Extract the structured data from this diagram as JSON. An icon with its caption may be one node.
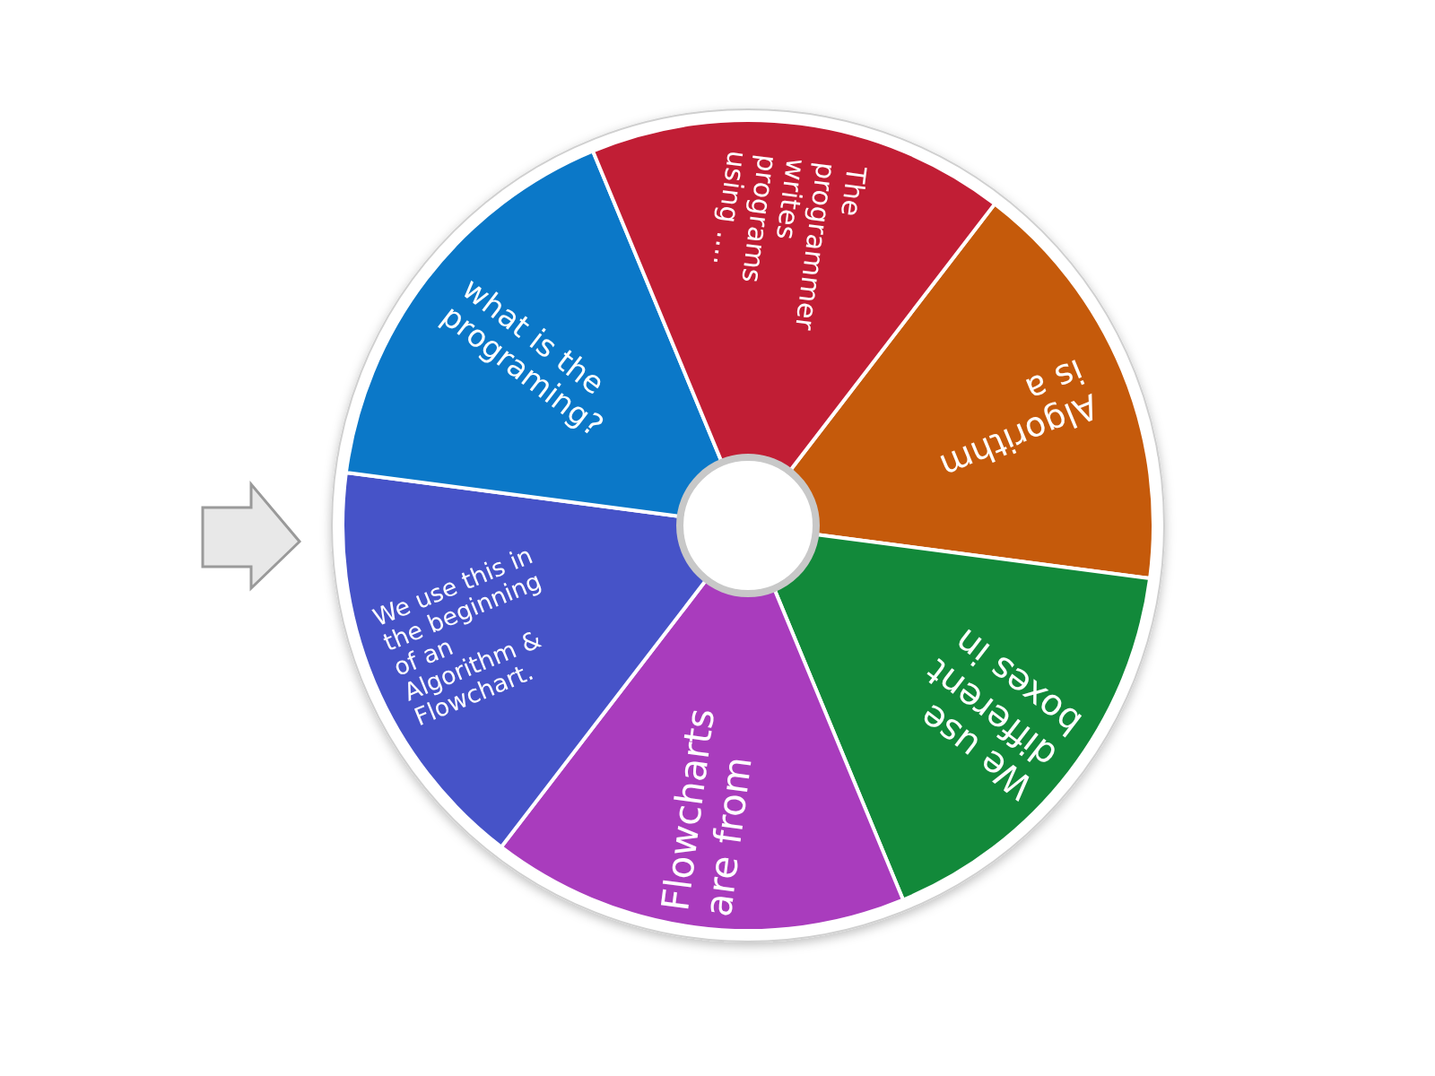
{
  "diagram": {
    "nodes": [
      {
        "text": [
          "Algorithm is a"
        ]
      },
      {
        "text": [
          "We use different boxes in"
        ]
      },
      {
        "text": [
          "Flowcharts are from"
        ]
      },
      {
        "text": [
          "We use this in the beginning of an Algorithm & Flowchart."
        ]
      },
      {
        "text": [
          "what is the programing?"
        ]
      },
      {
        "text": [
          "The programmer writes programs using ...."
        ]
      },
      {
        "text": [],
        "shape": "circle"
      }
    ]
  }
}
